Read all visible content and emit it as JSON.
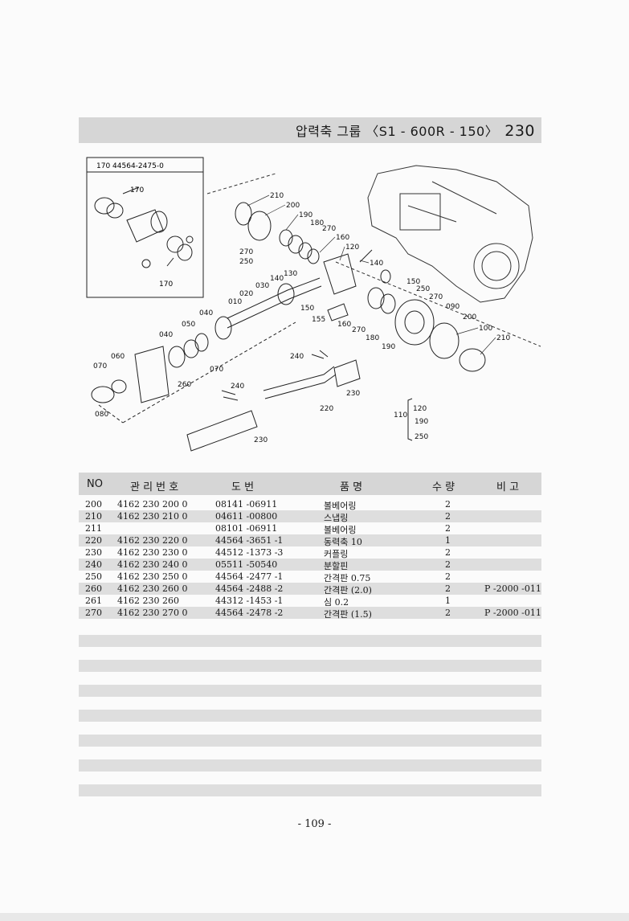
{
  "title": {
    "text": "압력축 그룹 〈S1 - 600R - 150〉",
    "number": "230"
  },
  "inset": {
    "caption": "170   44564-2475-0",
    "labels": [
      "170",
      "170"
    ]
  },
  "callouts": [
    "210",
    "200",
    "190",
    "180",
    "270",
    "160",
    "120",
    "270",
    "250",
    "140",
    "130",
    "030",
    "020",
    "010",
    "150",
    "155",
    "140",
    "150",
    "250",
    "270",
    "090",
    "200",
    "100",
    "210",
    "040",
    "050",
    "040",
    "060",
    "070",
    "070",
    "260",
    "080",
    "240",
    "230",
    "240",
    "220",
    "160",
    "270",
    "180",
    "190",
    "230",
    "110",
    "120",
    "190",
    "250"
  ],
  "headers": [
    "NO",
    "관 리 번 호",
    "도    번",
    "품    명",
    "수  량",
    "비  고"
  ],
  "rows": [
    {
      "no": "200",
      "mgmt": "4162  230  200  0",
      "drawing": "08141 -06911",
      "name": "볼베어링",
      "qty": "2",
      "remark": ""
    },
    {
      "no": "210",
      "mgmt": "4162  230  210  0",
      "drawing": "04611 -00800",
      "name": "스냅링",
      "qty": "2",
      "remark": ""
    },
    {
      "no": "211",
      "mgmt": "",
      "drawing": "08101 -06911",
      "name": "볼베어링",
      "qty": "2",
      "remark": ""
    },
    {
      "no": "220",
      "mgmt": "4162  230  220  0",
      "drawing": "44564 -3651 -1",
      "name": "동력축 10",
      "qty": "1",
      "remark": ""
    },
    {
      "no": "230",
      "mgmt": "4162  230  230  0",
      "drawing": "44512 -1373 -3",
      "name": "커플링",
      "qty": "2",
      "remark": ""
    },
    {
      "no": "240",
      "mgmt": "4162  230  240  0",
      "drawing": "05511 -50540",
      "name": "분할핀",
      "qty": "2",
      "remark": ""
    },
    {
      "no": "250",
      "mgmt": "4162  230  250  0",
      "drawing": "44564 -2477 -1",
      "name": "간격판 0.75",
      "qty": "2",
      "remark": ""
    },
    {
      "no": "260",
      "mgmt": "4162  230  260  0",
      "drawing": "44564 -2488 -2",
      "name": "간격판 (2.0)",
      "qty": "2",
      "remark": "P -2000 -011"
    },
    {
      "no": "261",
      "mgmt": "4162  230  260",
      "drawing": "44312 -1453 -1",
      "name": "심 0.2",
      "qty": "1",
      "remark": ""
    },
    {
      "no": "270",
      "mgmt": "4162  230  270  0",
      "drawing": "44564 -2478 -2",
      "name": "간격판 (1.5)",
      "qty": "2",
      "remark": "P -2000 -011"
    }
  ],
  "page_number": "- 109 -"
}
